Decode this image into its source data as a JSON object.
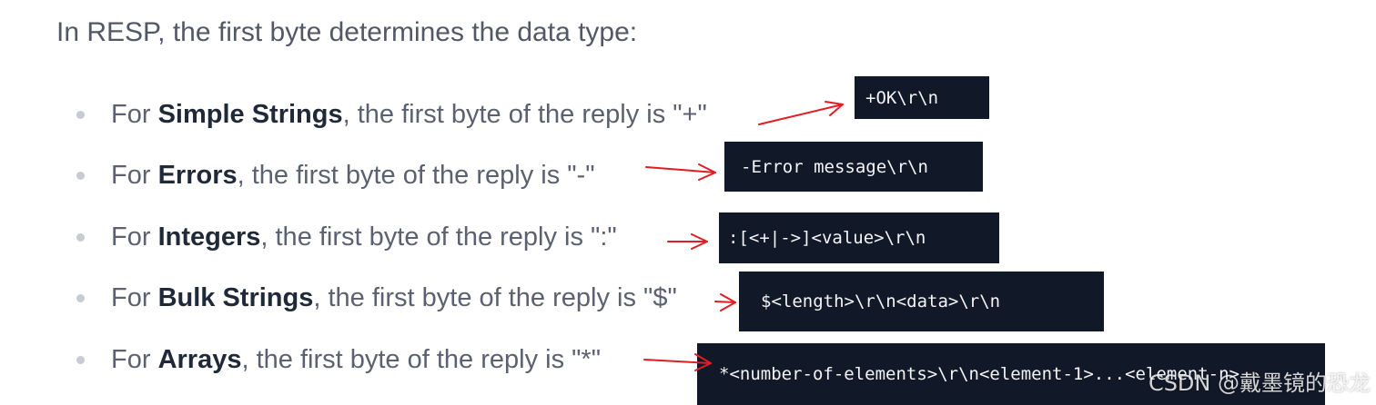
{
  "intro": "In RESP, the first byte determines the data type:",
  "bullets": [
    {
      "prefix": "For ",
      "type": "Simple Strings",
      "suffix": ", the first byte of the reply is \"+\"",
      "code": "+OK\\r\\n"
    },
    {
      "prefix": "For ",
      "type": "Errors",
      "suffix": ", the first byte of the reply is \"-\"",
      "code": "-Error message\\r\\n"
    },
    {
      "prefix": "For ",
      "type": "Integers",
      "suffix": ", the first byte of the reply is \":\"",
      "code": ":[<+|->]<value>\\r\\n"
    },
    {
      "prefix": "For ",
      "type": "Bulk Strings",
      "suffix": ", the first byte of the reply is \"$\"",
      "code": "$<length>\\r\\n<data>\\r\\n"
    },
    {
      "prefix": "For ",
      "type": "Arrays",
      "suffix": ", the first byte of the reply is \"*\"",
      "code": "*<number-of-elements>\\r\\n<element-1>...<element-n>"
    }
  ],
  "watermark": "CSDN @戴墨镜的恐龙",
  "colors": {
    "code_background": "#111827",
    "code_text": "#f3f4f6",
    "arrow": "#e11d24",
    "bullet_dot": "#c7cbd2",
    "body_text": "#5b6170",
    "bold_text": "#1f2937"
  }
}
